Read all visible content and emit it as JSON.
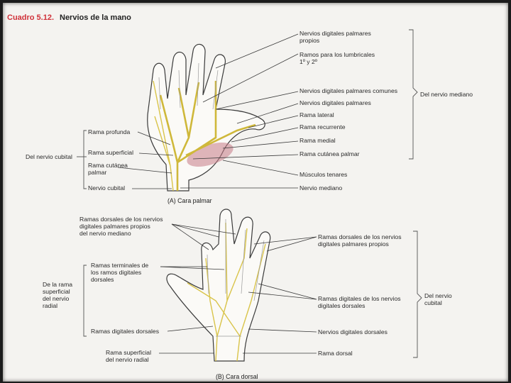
{
  "header": {
    "number": "Cuadro 5.12.",
    "title": "Nervios de la mano"
  },
  "panel_a": {
    "caption": "(A) Cara palmar",
    "right_labels": [
      [
        "Nervios digitales palmares",
        "propios"
      ],
      [
        "Ramos para los lumbricales",
        "1º y 2º"
      ],
      [
        "Nervios digitales palmares comunes"
      ],
      [
        "Nervios digitales palmares"
      ],
      [
        "Rama lateral"
      ],
      [
        "Rama recurrente"
      ],
      [
        "Rama medial"
      ],
      [
        "Rama cutánea palmar"
      ],
      [
        "Músculos tenares"
      ],
      [
        "Nervio mediano"
      ]
    ],
    "left_labels": [
      [
        "Rama profunda"
      ],
      [
        "Rama superficial"
      ],
      [
        "Rama cutánea",
        "palmar"
      ],
      [
        "Nervio cubital"
      ]
    ],
    "group_left": "Del nervio cubital",
    "group_right": "Del nervio mediano"
  },
  "panel_b": {
    "caption": "(B) Cara dorsal",
    "left_top": [
      "Ramas dorsales de los nervios",
      "digitales palmares propios",
      "del nervio mediano"
    ],
    "left_mid": [
      "Ramas terminales de",
      "los ramos digitales",
      "dorsales"
    ],
    "left_group": [
      "De la rama",
      "superficial",
      "del nervio",
      "radial"
    ],
    "left_low": [
      "Ramas digitales dorsales"
    ],
    "left_bottom": [
      "Rama superficial",
      "del nervio radial"
    ],
    "right_labels": [
      [
        "Ramas dorsales de los nervios",
        "digitales palmares propios"
      ],
      [
        "Ramas digitales de los nervios",
        "digitales dorsales"
      ],
      [
        "Nervios digitales dorsales"
      ],
      [
        "Rama dorsal"
      ]
    ],
    "group_right": [
      "Del nervio",
      "cubital"
    ]
  },
  "colors": {
    "accent_red": "#d0323a",
    "nerve_yellow": "#d9c44a",
    "muscle_pink": "#c77a86"
  }
}
